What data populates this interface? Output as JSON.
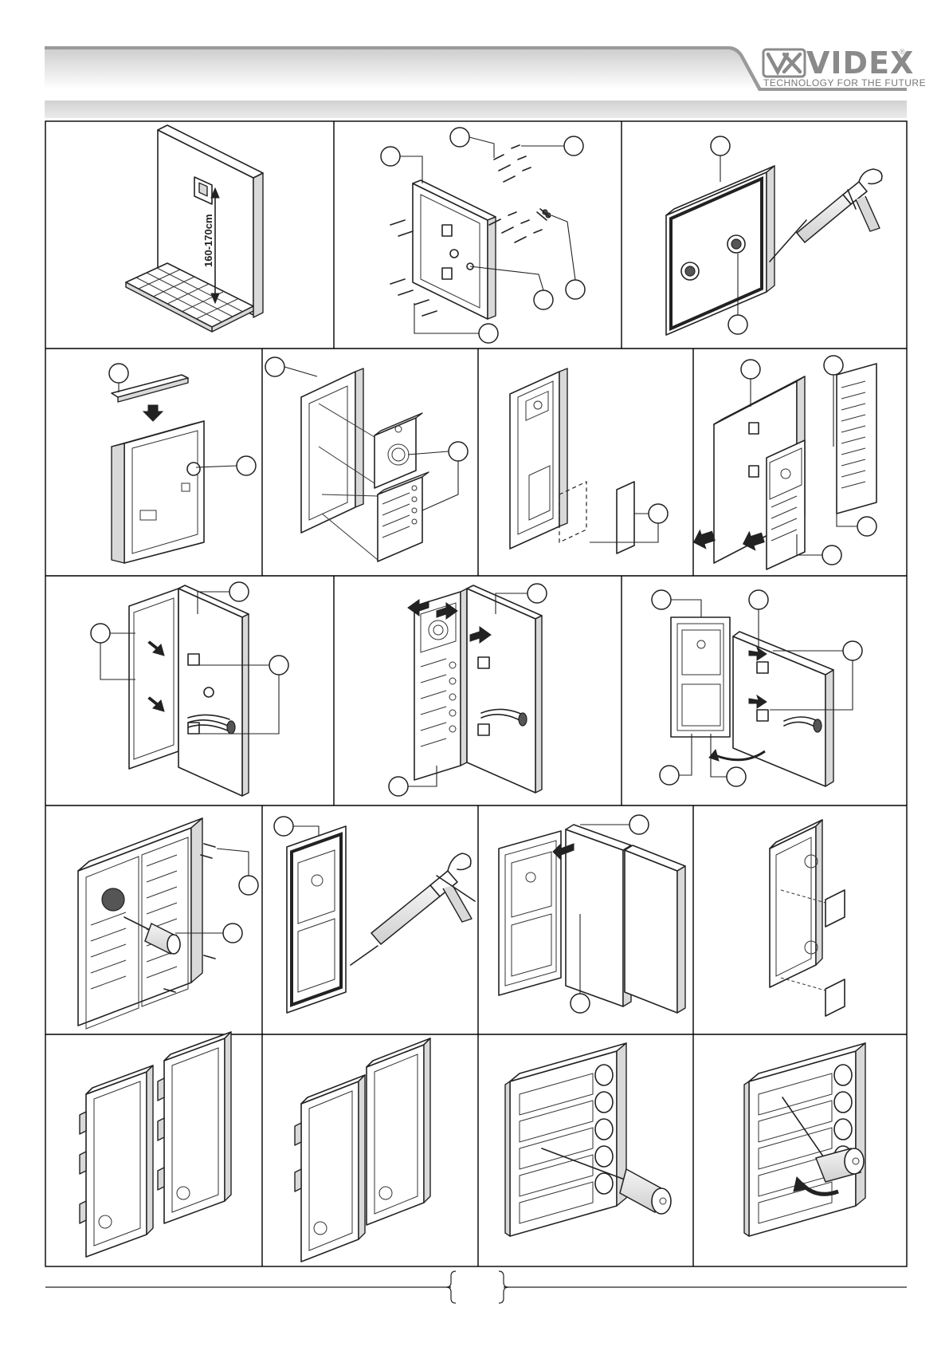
{
  "brand": {
    "name": "VIDEX",
    "registered": "®",
    "tagline": "TECHNOLOGY FOR THE FUTURE"
  },
  "diagram": {
    "mounting_height_label": "160-170cm"
  },
  "colors": {
    "header_gradient_start": "#e8e8e8",
    "header_gradient_end": "#ffffff",
    "section_bar": "#dcdcdc",
    "line": "#222222",
    "brand_grey": "#8a8a8a"
  }
}
